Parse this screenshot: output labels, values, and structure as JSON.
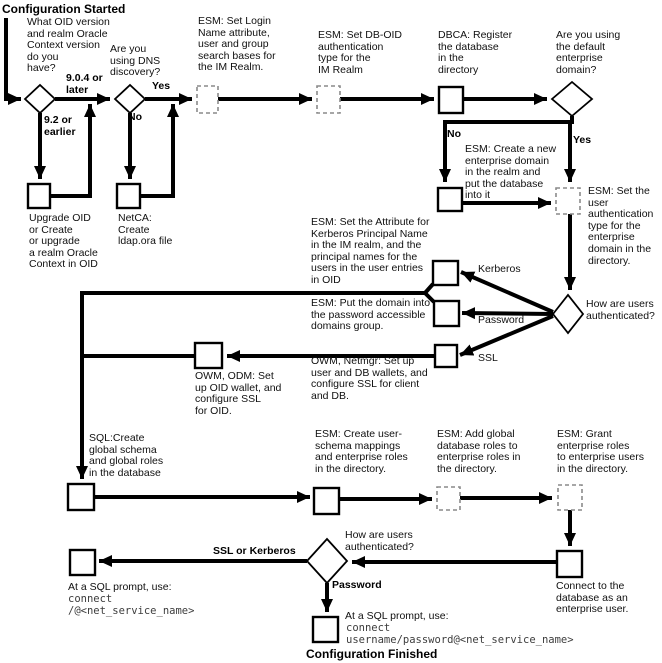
{
  "labels": {
    "start": "Configuration Started",
    "finish": "Configuration Finished"
  },
  "questions": {
    "oid_version": "What OID version\nand realm Oracle\nContext version\ndo you\nhave?",
    "dns": "Are you\nusing DNS\ndiscovery?",
    "default_domain": "Are you using\nthe default\nenterprise\ndomain?",
    "auth_mid": "How are users\nauthenticated?",
    "auth_final": "How are users\nauthenticated?"
  },
  "branches": {
    "v904": "9.0.4 or\nlater",
    "v92": "9.2 or\nearlier",
    "yes_dns": "Yes",
    "no_dns": "No",
    "no_domain": "No",
    "yes_domain": "Yes",
    "kerberos": "Kerberos",
    "password": "Password",
    "ssl": "SSL",
    "ssl_or_kerberos": "SSL or Kerberos",
    "password_final": "Password"
  },
  "steps": {
    "upgrade_oid": "Upgrade OID\nor Create\nor upgrade\na realm Oracle\nContext in OID",
    "netca": "NetCA:\nCreate\nldap.ora file",
    "esm_login": "ESM: Set Login\nName attribute,\nuser and group\nsearch bases for\nthe IM Realm.",
    "esm_dboid": "ESM: Set DB-OID\nauthentication\ntype for the\nIM Realm",
    "dbca": "DBCA: Register\nthe database\nin the\ndirectory",
    "esm_create_domain": "ESM: Create a new\nenterprise domain\nin the realm and\nput the database\ninto it",
    "esm_user_auth": "ESM: Set the\nuser\nauthentication\ntype for the\nenterprise\ndomain in the\ndirectory.",
    "esm_kerberos_attr": "ESM: Set the Attribute for\nKerberos Principal Name\nin the IM realm, and the\nprincipal names for the\nusers in the user entries\nin OID",
    "esm_password_group": "ESM: Put the domain into\nthe password accessible\ndomains group.",
    "owm_odm": "OWM, ODM: Set\nup OID wallet, and\nconfigure SSL\nfor OID.",
    "owm_netmgr": "OWM, Netmgr: Set up\nuser and DB wallets, and\nconfigure SSL for client\nand DB.",
    "sql_create": "SQL:Create\nglobal schema\nand global roles\nin the database",
    "esm_user_schema": "ESM: Create user-\nschema mappings\nand enterprise roles\nin the directory.",
    "esm_add_global": "ESM: Add global\ndatabase roles to\nenterprise roles in\nthe directory.",
    "esm_grant": "ESM: Grant\nenterprise roles\nto enterprise users\nin the directory.",
    "connect_db": "Connect to the\ndatabase as an\nenterprise user."
  },
  "code": {
    "prompt1": "At a SQL prompt, use:",
    "snippet1": "connect\n/@<net_service_name>",
    "prompt2": "At a SQL prompt, use:",
    "snippet2": "connect\nusername/password@<net_service_name>"
  },
  "colors": {
    "line": "#000000",
    "dashed_box": "#8a8a8a",
    "background": "#ffffff"
  }
}
